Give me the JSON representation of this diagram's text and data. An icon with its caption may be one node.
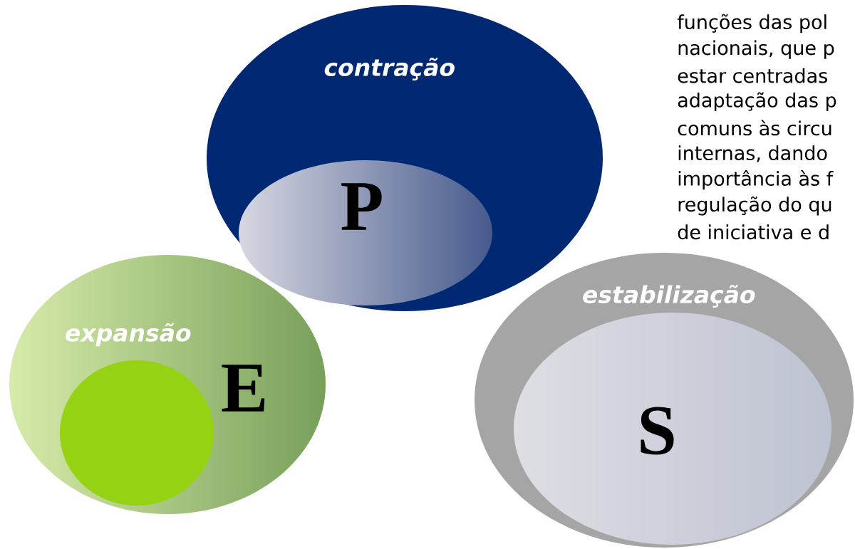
{
  "diagram": {
    "nodes": [
      {
        "text": [
          "contração"
        ]
      },
      {
        "text": [
          "P"
        ],
        "in": 0
      },
      {
        "text": [
          "expansão",
          "E"
        ]
      },
      {
        "text": [],
        "shape": "circle",
        "in": 2
      },
      {
        "text": [
          "estabilização"
        ]
      },
      {
        "text": [
          "S"
        ],
        "in": 4
      }
    ],
    "labels": [
      "funções das pol",
      "nacionais, que p",
      "estar centradas",
      "adaptação das p",
      "comuns às circu",
      "internas, dando",
      "importância às f",
      "regulação do qu",
      "de iniciativa e d"
    ]
  }
}
